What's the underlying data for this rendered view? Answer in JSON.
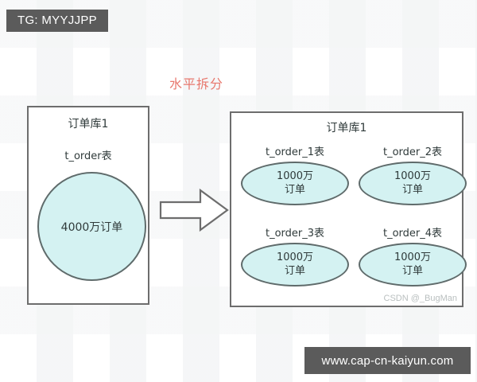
{
  "badge": {
    "label": "TG: MYYJJPP"
  },
  "footer": {
    "url": "www.cap-cn-kaiyun.com"
  },
  "diagram": {
    "split_label": "水平拆分",
    "arrow_icon": "right-arrow-icon",
    "before": {
      "db_title": "订单库1",
      "table_label": "t_order表",
      "shape": "circle",
      "row_count": "4000万订单"
    },
    "after": {
      "db_title": "订单库1",
      "shards": [
        {
          "table_label": "t_order_1表",
          "count_line1": "1000万",
          "count_line2": "订单"
        },
        {
          "table_label": "t_order_2表",
          "count_line1": "1000万",
          "count_line2": "订单"
        },
        {
          "table_label": "t_order_3表",
          "count_line1": "1000万",
          "count_line2": "订单"
        },
        {
          "table_label": "t_order_4表",
          "count_line1": "1000万",
          "count_line2": "订单"
        }
      ]
    }
  },
  "watermark": {
    "text": "CSDN @_BugMan"
  },
  "colors": {
    "shape_fill": "#d4f2f2",
    "shape_stroke": "#5f6b6b",
    "box_stroke": "#6d6d6d",
    "badge_bg": "#5b5b5b",
    "split_label": "#e8786e",
    "text": "#2f3a3a"
  }
}
